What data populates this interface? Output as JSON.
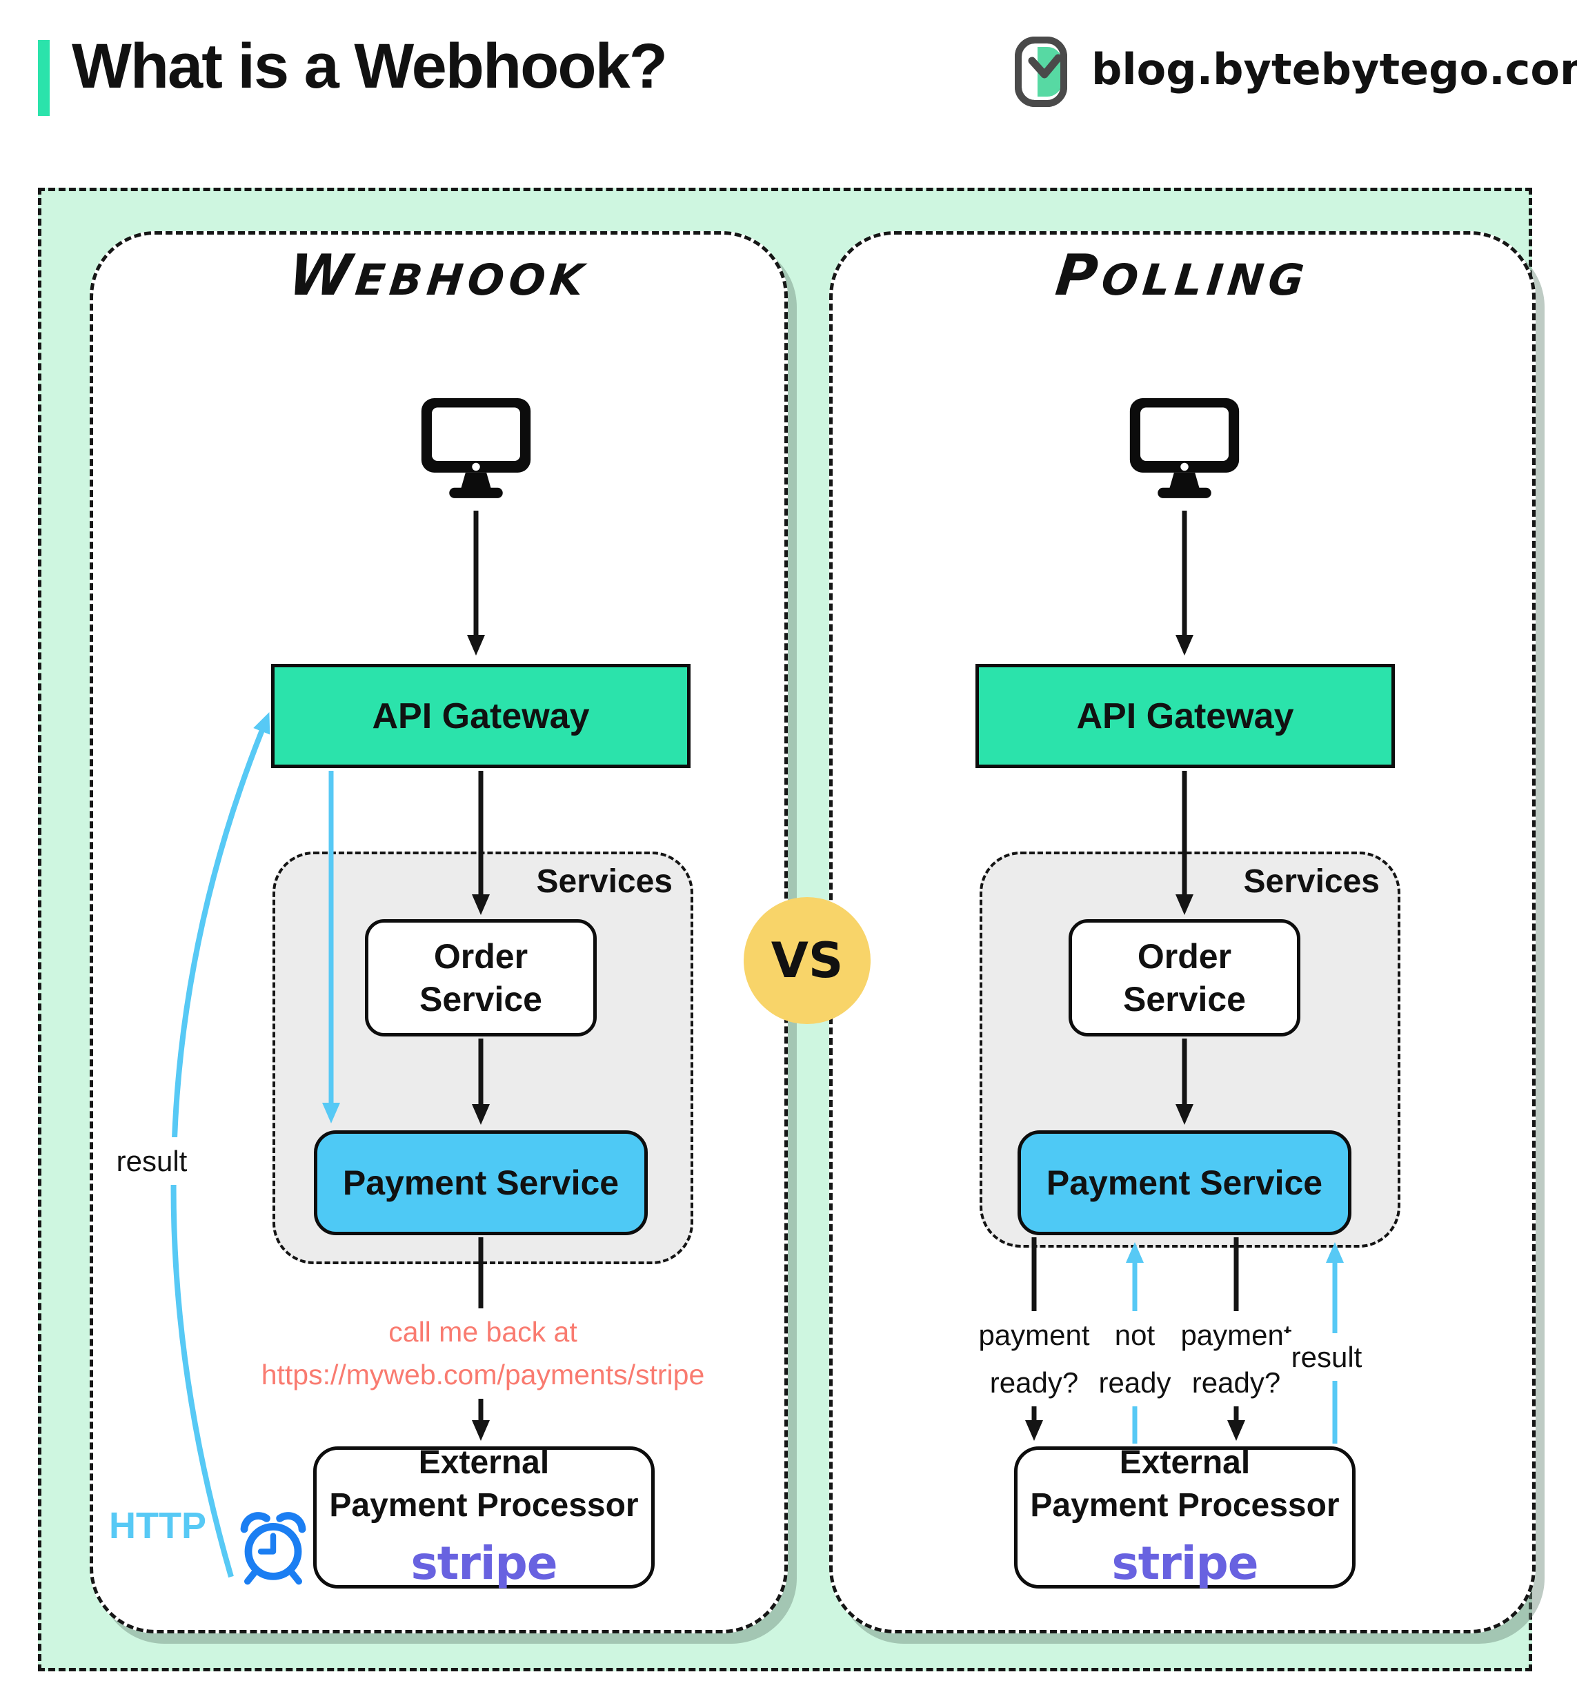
{
  "header": {
    "title": "What is a Webhook?",
    "site": "blog.bytebytego.com"
  },
  "vs_label": "VS",
  "panels": [
    {
      "title": "WEBHOOK",
      "api_gateway": "API Gateway",
      "services_label": "Services",
      "order_line1": "Order",
      "order_line2": "Service",
      "payment": "Payment Service",
      "external_line1": "External",
      "external_line2": "Payment Processor",
      "external_brand": "stripe",
      "callback_line1": "call me back at",
      "callback_line2": "https://myweb.com/payments/stripe",
      "result_label": "result",
      "http_label": "HTTP"
    },
    {
      "title": "POLLING",
      "api_gateway": "API Gateway",
      "services_label": "Services",
      "order_line1": "Order",
      "order_line2": "Service",
      "payment": "Payment Service",
      "external_line1": "External",
      "external_line2": "Payment Processor",
      "external_brand": "stripe",
      "arrow_labels": {
        "q1_line1": "payment",
        "q1_line2": "ready?",
        "n_line1": "not",
        "n_line2": "ready",
        "q2_line1": "payment",
        "q2_line2": "ready?",
        "result": "result"
      }
    }
  ],
  "colors": {
    "accent_teal": "#2BE3AB",
    "payment_blue": "#4EC9F5",
    "arrow_blue": "#57C9F5",
    "alarm_blue": "#1B7EF2",
    "vs_yellow": "#F8D469",
    "callback_salmon": "#F97B70",
    "stripe_purple": "#6862E0",
    "canvas_mint": "#CEF6E0",
    "services_gray": "#ECECEC"
  }
}
